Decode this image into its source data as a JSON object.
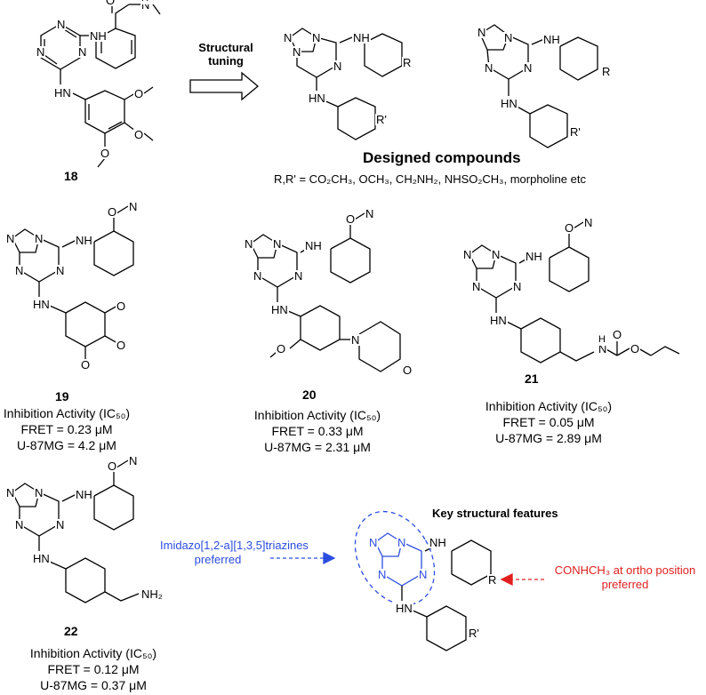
{
  "header": {
    "arrow_label": "Structural tuning",
    "designed_title": "Designed  compounds",
    "substituents": "R,R' = CO₂CH₃, OCH₃, CH₂NH₂, NHSO₂CH₃, morpholine etc"
  },
  "compounds": [
    {
      "id": "18"
    },
    {
      "id": "19",
      "activity_title": "Inhibition Activity (IC₅₀)",
      "fret": "FRET = 0.23 μM",
      "cell": "U-87MG = 4.2 μM"
    },
    {
      "id": "20",
      "activity_title": "Inhibition Activity (IC₅₀)",
      "fret": "FRET = 0.33 μM",
      "cell": "U-87MG = 2.31 μM"
    },
    {
      "id": "21",
      "activity_title": "Inhibition Activity (IC₅₀)",
      "fret": "FRET = 0.05 μM",
      "cell": "U-87MG = 2.89 μM"
    },
    {
      "id": "22",
      "activity_title": "Inhibition Activity (IC₅₀)",
      "fret": "FRET = 0.12 μM",
      "cell": "U-87MG = 0.37 μM"
    }
  ],
  "features": {
    "title": "Key structural features",
    "core_note": "Imidazo[1,2-a][1,3,5]triazines\npreferred",
    "ortho_note": "CONHCH₃ at ortho position\npreferred",
    "core_color": "#2b4de0",
    "ortho_color": "#e02020"
  },
  "atoms": {
    "N": "N",
    "NH": "NH",
    "HN": "HN",
    "H": "H",
    "O": "O",
    "R": "R",
    "R_prime": "R'",
    "NH2": "NH₂"
  }
}
